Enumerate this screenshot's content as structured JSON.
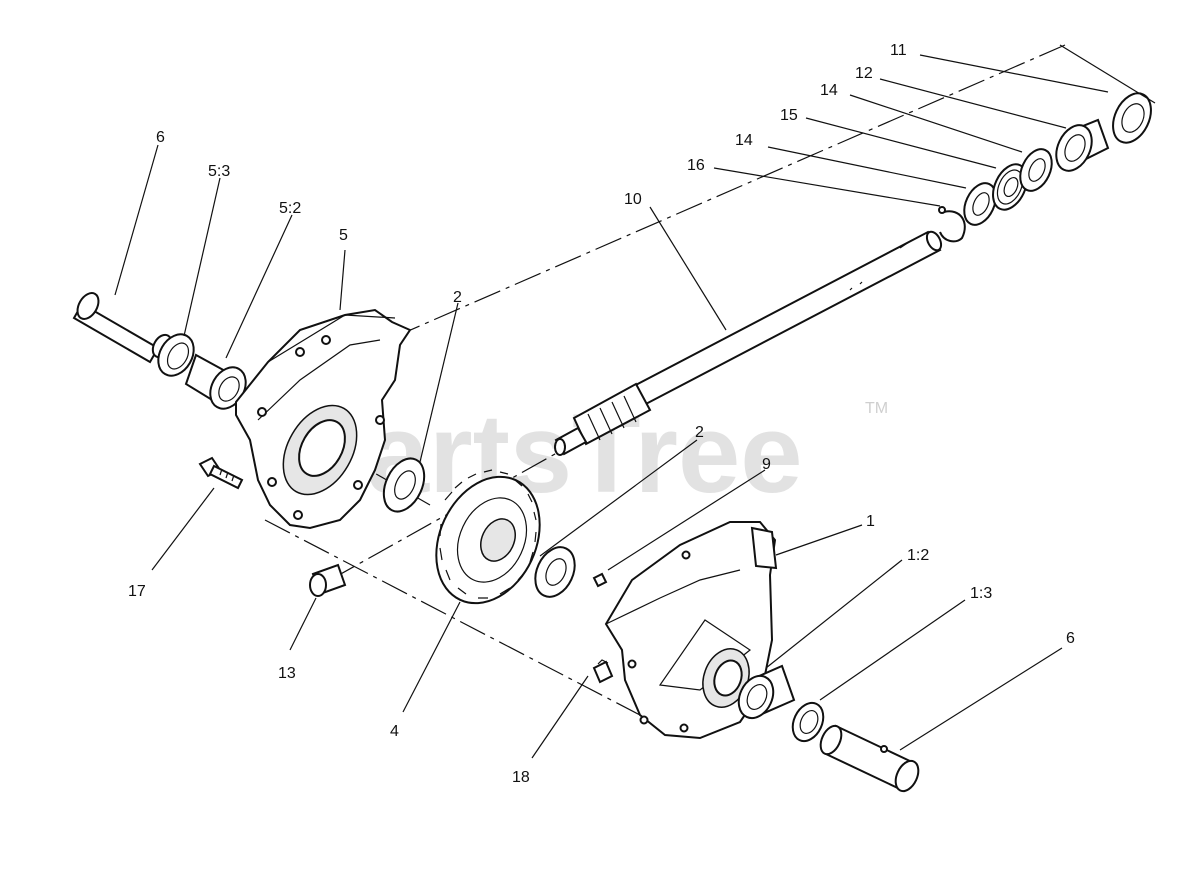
{
  "watermark": {
    "text": "PartsTree",
    "tm": "TM"
  },
  "callouts": {
    "c11": "11",
    "c12": "12",
    "c14a": "14",
    "c15": "15",
    "c14b": "14",
    "c16": "16",
    "c10": "10",
    "c6a": "6",
    "c53": "5:3",
    "c52": "5:2",
    "c5": "5",
    "c2a": "2",
    "c2b": "2",
    "c9": "9",
    "c1": "1",
    "c12b": "1:2",
    "c13b": "1:3",
    "c6b": "6",
    "c17": "17",
    "c13": "13",
    "c4": "4",
    "c18": "18"
  }
}
